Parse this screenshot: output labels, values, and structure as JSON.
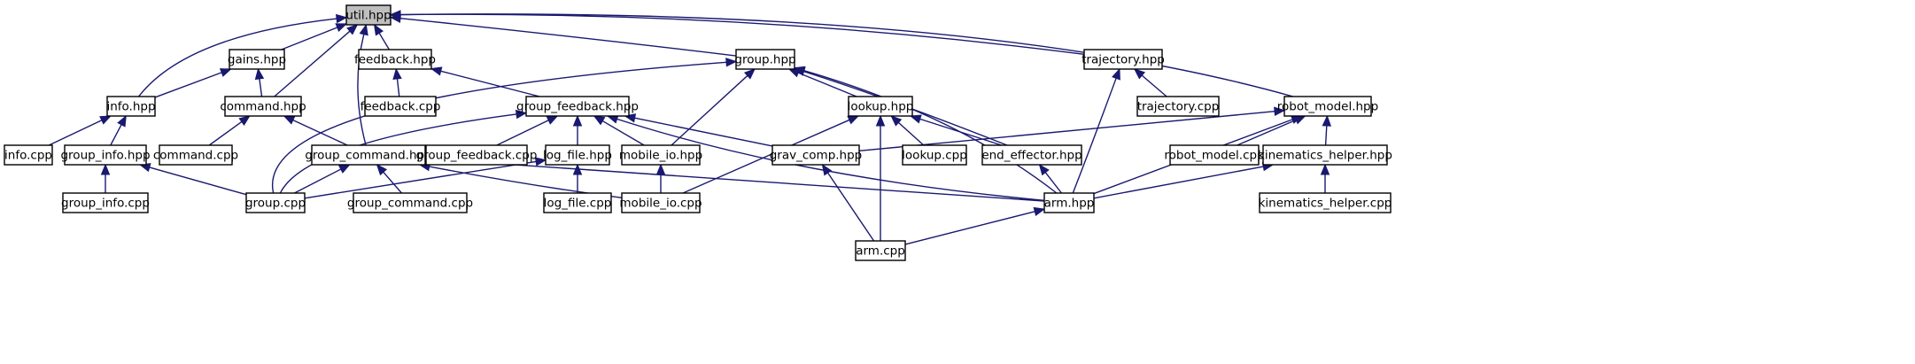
{
  "diagram": {
    "highlighted": "util_hpp",
    "nodes": [
      {
        "id": "util_hpp",
        "label": "util.hpp"
      },
      {
        "id": "gains_hpp",
        "label": "gains.hpp"
      },
      {
        "id": "feedback_hpp",
        "label": "feedback.hpp"
      },
      {
        "id": "group_hpp",
        "label": "group.hpp"
      },
      {
        "id": "trajectory_hpp",
        "label": "trajectory.hpp"
      },
      {
        "id": "info_hpp",
        "label": "info.hpp"
      },
      {
        "id": "command_hpp",
        "label": "command.hpp"
      },
      {
        "id": "feedback_cpp",
        "label": "feedback.cpp"
      },
      {
        "id": "group_feedback_hpp",
        "label": "group_feedback.hpp"
      },
      {
        "id": "lookup_hpp",
        "label": "lookup.hpp"
      },
      {
        "id": "trajectory_cpp",
        "label": "trajectory.cpp"
      },
      {
        "id": "robot_model_hpp",
        "label": "robot_model.hpp"
      },
      {
        "id": "info_cpp",
        "label": "info.cpp"
      },
      {
        "id": "group_info_hpp",
        "label": "group_info.hpp"
      },
      {
        "id": "command_cpp",
        "label": "command.cpp"
      },
      {
        "id": "group_command_hpp",
        "label": "group_command.hpp"
      },
      {
        "id": "group_feedback_cpp",
        "label": "group_feedback.cpp"
      },
      {
        "id": "log_file_hpp",
        "label": "log_file.hpp"
      },
      {
        "id": "mobile_io_hpp",
        "label": "mobile_io.hpp"
      },
      {
        "id": "grav_comp_hpp",
        "label": "grav_comp.hpp"
      },
      {
        "id": "lookup_cpp",
        "label": "lookup.cpp"
      },
      {
        "id": "end_effector_hpp",
        "label": "end_effector.hpp"
      },
      {
        "id": "robot_model_cpp",
        "label": "robot_model.cpp"
      },
      {
        "id": "kinematics_helper_hpp",
        "label": "kinematics_helper.hpp"
      },
      {
        "id": "group_info_cpp",
        "label": "group_info.cpp"
      },
      {
        "id": "group_cpp",
        "label": "group.cpp"
      },
      {
        "id": "group_command_cpp",
        "label": "group_command.cpp"
      },
      {
        "id": "log_file_cpp",
        "label": "log_file.cpp"
      },
      {
        "id": "mobile_io_cpp",
        "label": "mobile_io.cpp"
      },
      {
        "id": "arm_hpp",
        "label": "arm.hpp"
      },
      {
        "id": "kinematics_helper_cpp",
        "label": "kinematics_helper.cpp"
      },
      {
        "id": "arm_cpp",
        "label": "arm.cpp"
      }
    ],
    "edges": [
      {
        "from": "gains_hpp",
        "to": "util_hpp"
      },
      {
        "from": "feedback_hpp",
        "to": "util_hpp"
      },
      {
        "from": "group_hpp",
        "to": "util_hpp"
      },
      {
        "from": "trajectory_hpp",
        "to": "util_hpp"
      },
      {
        "from": "info_hpp",
        "to": "util_hpp"
      },
      {
        "from": "command_hpp",
        "to": "util_hpp"
      },
      {
        "from": "group_command_hpp",
        "to": "util_hpp"
      },
      {
        "from": "robot_model_hpp",
        "to": "util_hpp"
      },
      {
        "from": "info_hpp",
        "to": "gains_hpp"
      },
      {
        "from": "command_hpp",
        "to": "gains_hpp"
      },
      {
        "from": "feedback_cpp",
        "to": "feedback_hpp"
      },
      {
        "from": "group_feedback_hpp",
        "to": "feedback_hpp"
      },
      {
        "from": "group_cpp",
        "to": "group_hpp"
      },
      {
        "from": "lookup_hpp",
        "to": "group_hpp"
      },
      {
        "from": "mobile_io_hpp",
        "to": "group_hpp"
      },
      {
        "from": "end_effector_hpp",
        "to": "group_hpp"
      },
      {
        "from": "arm_hpp",
        "to": "group_hpp"
      },
      {
        "from": "trajectory_cpp",
        "to": "trajectory_hpp"
      },
      {
        "from": "arm_hpp",
        "to": "trajectory_hpp"
      },
      {
        "from": "info_cpp",
        "to": "info_hpp"
      },
      {
        "from": "group_info_hpp",
        "to": "info_hpp"
      },
      {
        "from": "command_cpp",
        "to": "command_hpp"
      },
      {
        "from": "group_command_hpp",
        "to": "command_hpp"
      },
      {
        "from": "group_cpp",
        "to": "group_feedback_hpp"
      },
      {
        "from": "group_feedback_cpp",
        "to": "group_feedback_hpp"
      },
      {
        "from": "log_file_hpp",
        "to": "group_feedback_hpp"
      },
      {
        "from": "mobile_io_hpp",
        "to": "group_feedback_hpp"
      },
      {
        "from": "grav_comp_hpp",
        "to": "group_feedback_hpp"
      },
      {
        "from": "arm_hpp",
        "to": "group_feedback_hpp"
      },
      {
        "from": "mobile_io_cpp",
        "to": "lookup_hpp"
      },
      {
        "from": "lookup_cpp",
        "to": "lookup_hpp"
      },
      {
        "from": "end_effector_hpp",
        "to": "lookup_hpp"
      },
      {
        "from": "arm_cpp",
        "to": "lookup_hpp"
      },
      {
        "from": "grav_comp_hpp",
        "to": "robot_model_hpp"
      },
      {
        "from": "robot_model_cpp",
        "to": "robot_model_hpp"
      },
      {
        "from": "kinematics_helper_hpp",
        "to": "robot_model_hpp"
      },
      {
        "from": "arm_hpp",
        "to": "robot_model_hpp"
      },
      {
        "from": "group_info_cpp",
        "to": "group_info_hpp"
      },
      {
        "from": "group_cpp",
        "to": "group_info_hpp"
      },
      {
        "from": "group_cpp",
        "to": "group_command_hpp"
      },
      {
        "from": "group_command_cpp",
        "to": "group_command_hpp"
      },
      {
        "from": "mobile_io_cpp",
        "to": "group_command_hpp"
      },
      {
        "from": "arm_hpp",
        "to": "group_command_hpp"
      },
      {
        "from": "group_cpp",
        "to": "log_file_hpp"
      },
      {
        "from": "log_file_cpp",
        "to": "log_file_hpp"
      },
      {
        "from": "mobile_io_cpp",
        "to": "mobile_io_hpp"
      },
      {
        "from": "arm_cpp",
        "to": "grav_comp_hpp"
      },
      {
        "from": "arm_hpp",
        "to": "end_effector_hpp"
      },
      {
        "from": "arm_hpp",
        "to": "kinematics_helper_hpp"
      },
      {
        "from": "kinematics_helper_cpp",
        "to": "kinematics_helper_hpp"
      },
      {
        "from": "arm_cpp",
        "to": "arm_hpp"
      }
    ]
  }
}
